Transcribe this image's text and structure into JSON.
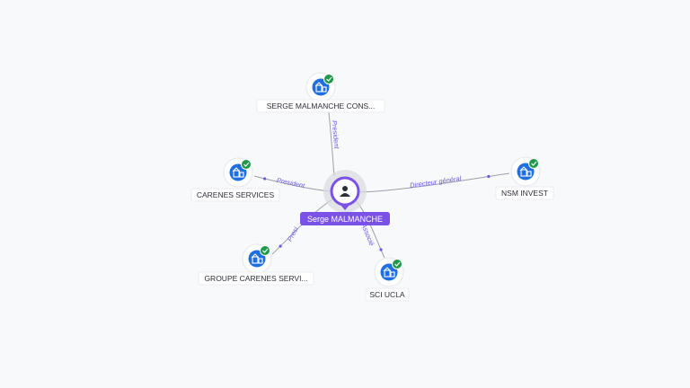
{
  "graph": {
    "center": {
      "name": "Serge MALMANCHE",
      "icon": "person-icon"
    },
    "nodes": [
      {
        "id": "n1",
        "label": "SERGE MALMANCHE CONS...",
        "icon": "company-icon",
        "verified": true
      },
      {
        "id": "n2",
        "label": "CARENES SERVICES",
        "icon": "company-icon",
        "verified": true
      },
      {
        "id": "n3",
        "label": "NSM INVEST",
        "icon": "company-icon",
        "verified": true
      },
      {
        "id": "n4",
        "label": "GROUPE CARENES SERVI...",
        "icon": "company-icon",
        "verified": true
      },
      {
        "id": "n5",
        "label": "SCI UCLA",
        "icon": "company-icon",
        "verified": true
      }
    ],
    "edges": [
      {
        "to": "n1",
        "label": "President"
      },
      {
        "to": "n2",
        "label": "President"
      },
      {
        "to": "n3",
        "label": "Directeur général"
      },
      {
        "to": "n4",
        "label": "Presi"
      },
      {
        "to": "n5",
        "label": "Associé"
      }
    ]
  },
  "colors": {
    "accent": "#7b52e6",
    "company": "#1f6fe0",
    "verified": "#1f9a4a",
    "edge_label": "#6a5ae8"
  }
}
